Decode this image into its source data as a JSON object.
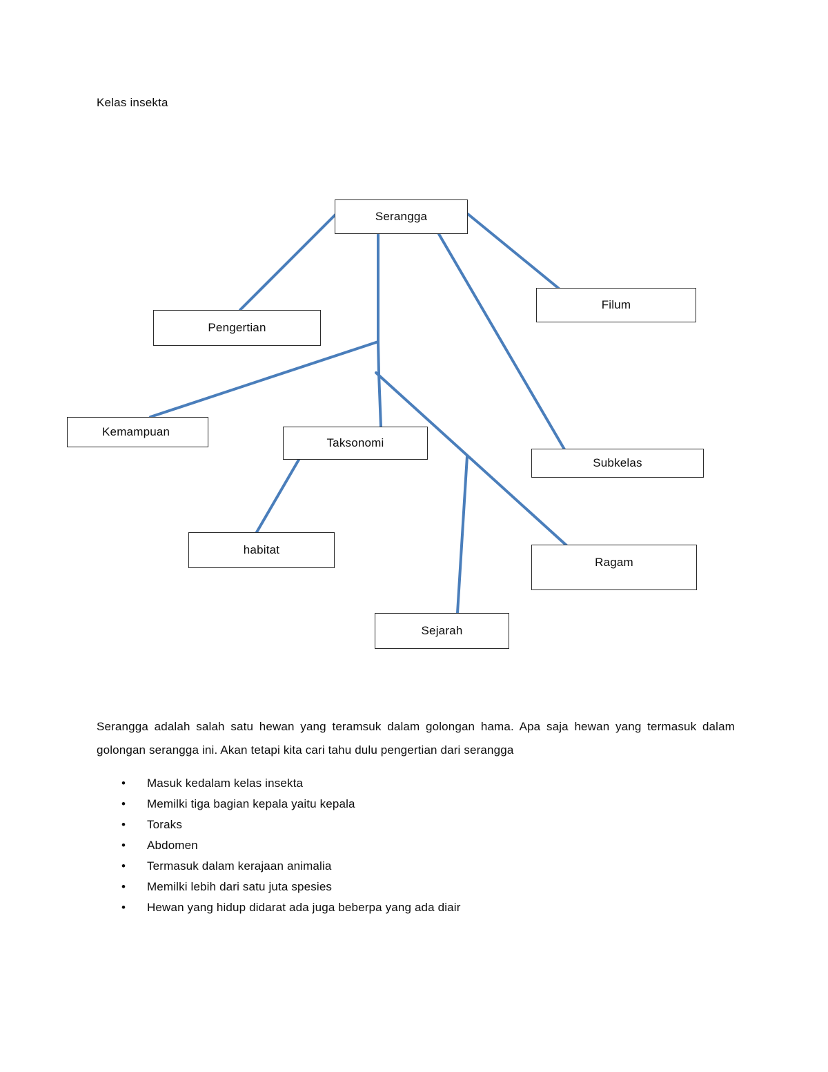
{
  "document": {
    "heading": "Kelas insekta"
  },
  "diagram": {
    "type": "mind-map",
    "line_color": "#4A7EBB",
    "box_border_color": "#2B2B2B",
    "nodes": [
      {
        "id": "serangga",
        "label": "Serangga"
      },
      {
        "id": "pengertian",
        "label": "Pengertian"
      },
      {
        "id": "filum",
        "label": "Filum"
      },
      {
        "id": "kemampuan",
        "label": "Kemampuan"
      },
      {
        "id": "taksonomi",
        "label": "Taksonomi"
      },
      {
        "id": "subkelas",
        "label": "Subkelas"
      },
      {
        "id": "habitat",
        "label": "habitat"
      },
      {
        "id": "ragam",
        "label": "Ragam"
      },
      {
        "id": "sejarah",
        "label": "Sejarah"
      }
    ],
    "edges": [
      {
        "from": "serangga",
        "to": "pengertian"
      },
      {
        "from": "serangga",
        "to": "filum"
      },
      {
        "from": "serangga",
        "to": "subkelas"
      },
      {
        "from": "serangga",
        "to": "taksonomi"
      },
      {
        "from": "serangga",
        "to": "kemampuan"
      },
      {
        "from": "serangga",
        "to": "ragam"
      },
      {
        "from": "taksonomi",
        "to": "habitat"
      },
      {
        "from": "taksonomi",
        "to": "sejarah"
      }
    ]
  },
  "body": {
    "intro_paragraph": "Serangga adalah salah satu hewan yang teramsuk dalam golongan hama. Apa saja hewan yang termasuk dalam golongan serangga ini. Akan tetapi kita cari tahu dulu pengertian dari serangga",
    "bullet_glyph": "•",
    "bullets": [
      "Masuk kedalam kelas insekta",
      "Memilki tiga bagian kepala yaitu kepala",
      "Toraks",
      "Abdomen",
      "Termasuk dalam kerajaan animalia",
      "Memilki lebih dari satu juta spesies",
      "Hewan yang hidup didarat ada juga beberpa yang ada diair"
    ]
  }
}
